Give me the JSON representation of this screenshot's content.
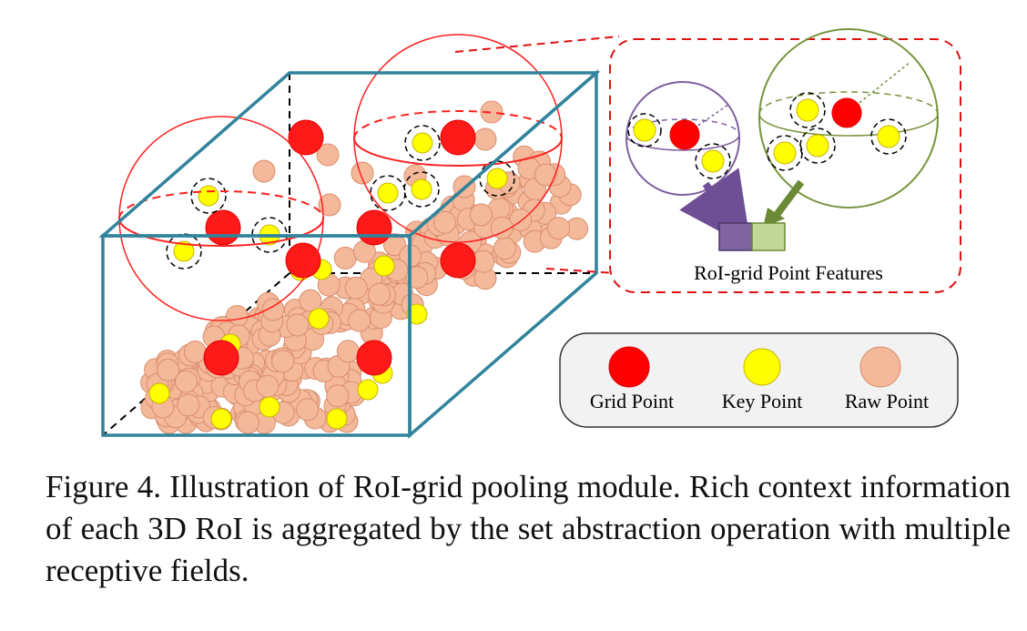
{
  "panel": {
    "features_label": "RoI-grid Point Features"
  },
  "legend": {
    "grid_label": "Grid Point",
    "key_label": "Key Point",
    "raw_label": "Raw Point"
  },
  "colors": {
    "grid_point": "#ff0000",
    "key_point": "#ffff00",
    "raw_point": "#f4b89a",
    "box_edge": "#31849b",
    "sphere_red": "#ff0000",
    "sphere_purple": "#7f5fa0",
    "sphere_green": "#77933c",
    "feature_purple": "#8064a2",
    "feature_green": "#c4d79b"
  },
  "caption": {
    "text": "Figure 4. Illustration of RoI-grid pooling module.  Rich context information of each 3D RoI is aggregated by the set abstraction operation with multiple receptive fields."
  }
}
